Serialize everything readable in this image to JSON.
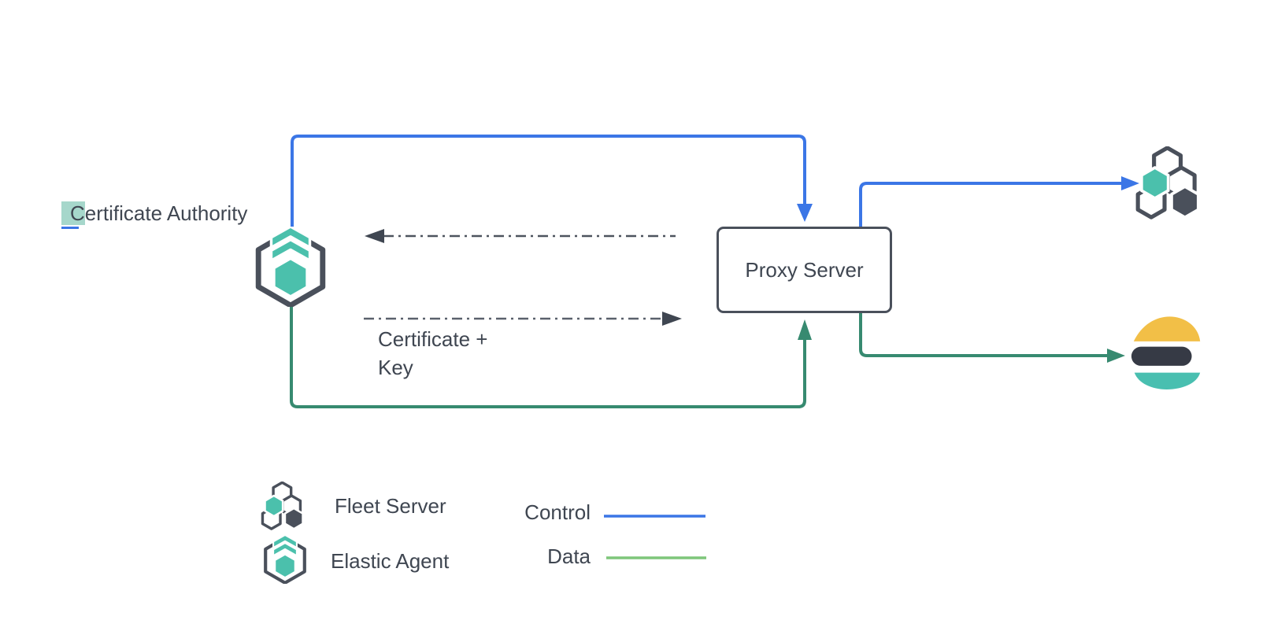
{
  "page": {
    "background": "#ffffff"
  },
  "colors": {
    "control": "#3b76e6",
    "data": "#378a70",
    "legend_data_green": "#7ec67a",
    "outline_dark": "#4a505b",
    "dashed_gray": "#4d545e",
    "text": "#3f4651",
    "teal": "#4bc0ac",
    "highlight": "#a6d7cb",
    "es_yellow": "#f2bf47",
    "es_dark": "#363a45",
    "es_teal": "#49bfb0"
  },
  "nodes": {
    "certificate_authority": {
      "label_highlight": "C",
      "label_rest": "ertificate Authority"
    },
    "proxy_server": {
      "label": "Proxy Server"
    },
    "elastic_agent": {
      "icon": "elastic-agent-icon"
    },
    "fleet_server": {
      "icon": "fleet-server-icon"
    },
    "elasticsearch": {
      "icon": "elasticsearch-logo"
    }
  },
  "edge_labels": {
    "certificate_key_line1": "Certificate +",
    "certificate_key_line2": "Key"
  },
  "edges": [
    {
      "from": "elastic-agent",
      "to": "proxy-server",
      "type": "control"
    },
    {
      "from": "proxy-server",
      "to": "fleet-server",
      "type": "control"
    },
    {
      "from": "elastic-agent",
      "to": "proxy-server",
      "type": "data"
    },
    {
      "from": "proxy-server",
      "to": "elasticsearch",
      "type": "data"
    },
    {
      "from": "proxy-server",
      "to": "elastic-agent",
      "type": "dashed-exchange"
    },
    {
      "from": "elastic-agent",
      "to": "proxy-server",
      "type": "dashed-exchange",
      "label": "Certificate + Key"
    }
  ],
  "legend": {
    "items": [
      {
        "icon": "fleet-server-icon",
        "label": "Fleet Server"
      },
      {
        "icon": "elastic-agent-icon",
        "label": "Elastic Agent"
      }
    ],
    "flows": [
      {
        "label": "Control",
        "color": "#3b76e6"
      },
      {
        "label": "Data",
        "color": "#7ec67a"
      }
    ]
  }
}
